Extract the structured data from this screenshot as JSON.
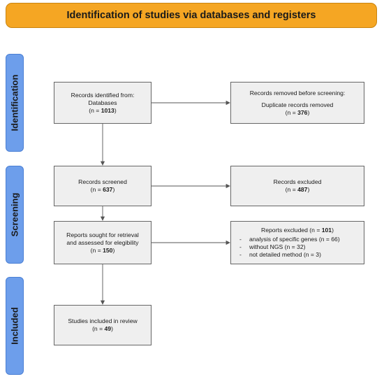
{
  "header": {
    "title": "Identification of studies via databases and registers"
  },
  "phases": {
    "identification": "Identification",
    "screening": "Screening",
    "included": "Included"
  },
  "boxes": {
    "identified": {
      "line1": "Records identified from:",
      "line2": "Databases",
      "count_prefix": "(n = ",
      "count": "1013",
      "count_suffix": ")"
    },
    "removed": {
      "line1": "Records removed before screening:",
      "line2": "Duplicate records removed",
      "count_prefix": "(n = ",
      "count": "376",
      "count_suffix": ")"
    },
    "screened": {
      "line1": "Records screened",
      "count_prefix": "(n = ",
      "count": "637",
      "count_suffix": ")"
    },
    "excluded": {
      "line1": "Records excluded",
      "count_prefix": "(n = ",
      "count": "487",
      "count_suffix": ")"
    },
    "sought": {
      "line1": "Reports sought for retrieval",
      "line2": "and assessed for elegibility",
      "count_prefix": "(n = ",
      "count": "150",
      "count_suffix": ")"
    },
    "reports_excluded": {
      "line1_prefix": "Reports excluded (n = ",
      "count": "101",
      "line1_suffix": ")",
      "reasons": [
        "analysis of specific genes (n = 66)",
        "without NGS (n = 32)",
        "not detailed method (n = 3)"
      ]
    },
    "included": {
      "line1": "Studies included in review",
      "count_prefix": "(n = ",
      "count": "49",
      "count_suffix": ")"
    }
  }
}
